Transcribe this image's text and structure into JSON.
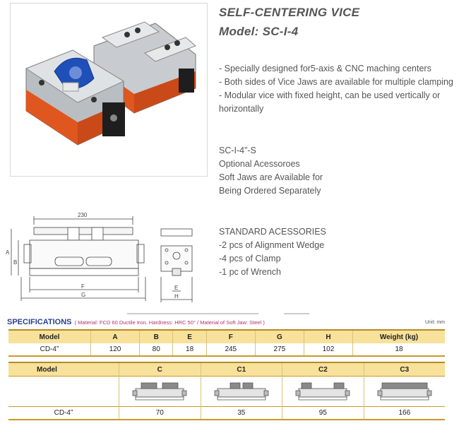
{
  "header": {
    "title": "SELF-CENTERING VICE",
    "model": "Model: SC-I-4"
  },
  "features": [
    "- Specially designed for5-axis & CNC maching centers",
    "- Both sides of Vice Jaws are available for multiple clamping",
    "- Modular vice with fixed height, can be used vertically or horizontally"
  ],
  "optional": [
    "SC-I-4”-S",
    "Optional Acessoroes",
    "Soft Jaws are Available for",
    "Being Ordered Separately"
  ],
  "standard_accessories": {
    "title": "STANDARD ACESSORIES",
    "items": [
      "-2 pcs of Alignment Wedge",
      "-4 pcs of Clamp",
      "-1 pc of Wrench"
    ]
  },
  "drawing_labels": {
    "top_dim": "230",
    "A": "A",
    "B": "B",
    "F": "F",
    "G": "G",
    "E": "E",
    "H": "H"
  },
  "specifications": {
    "heading": "SPECIFICATIONS",
    "note": "( Material: FCD 60 Ductile Iron. Hardness: HRC 50° / Material of Soft Jaw: Steel )",
    "unit": "Unit: mm",
    "table1": {
      "headers": [
        "Model",
        "A",
        "B",
        "E",
        "F",
        "G",
        "H",
        "Weight (kg)"
      ],
      "row": [
        "CD-4”",
        "120",
        "80",
        "18",
        "245",
        "275",
        "102",
        "18"
      ]
    },
    "table2": {
      "headers": [
        "Model",
        "C",
        "C1",
        "C2",
        "C3"
      ],
      "row": [
        "CD-4”",
        "70",
        "35",
        "95",
        "166"
      ]
    }
  },
  "colors": {
    "spec_heading": "#2a3f8f",
    "note": "#b0306a",
    "table_header": "#f8e19a",
    "table_border": "#c89a2a"
  }
}
